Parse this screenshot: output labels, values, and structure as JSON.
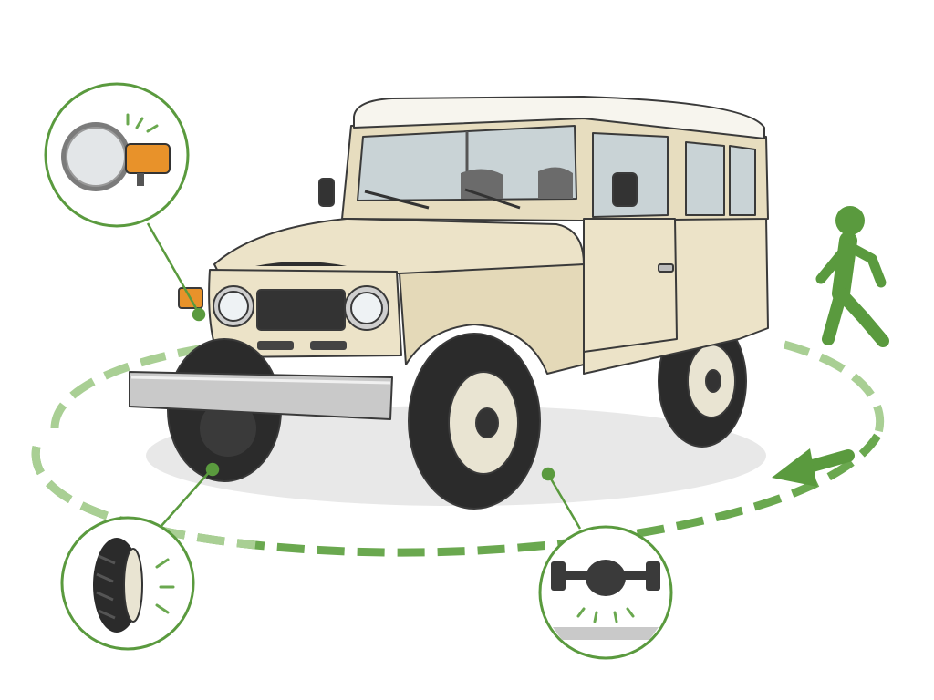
{
  "colors": {
    "accent_green": "#5a9a3e",
    "path_green_light": "#a9cf94",
    "body_beige": "#ece3c8",
    "body_shadow": "#d9cca5",
    "roof_white": "#f7f5ee",
    "outline": "#3a3a3a",
    "tire": "#2b2b2b",
    "chrome": "#c9c9c9",
    "turn_signal": "#e8922a",
    "glass": "#c9d3d6"
  },
  "icons": {
    "headlight_callout": "headlight-and-turn-signal-icon",
    "tire_callout": "tire-tread-icon",
    "axle_callout": "underbody-axle-icon",
    "walker": "walking-person-icon",
    "direction": "walkaround-direction-arrow-icon"
  },
  "inspection_points": [
    "headlights-and-turn-signals",
    "tires",
    "underbody-axle"
  ]
}
